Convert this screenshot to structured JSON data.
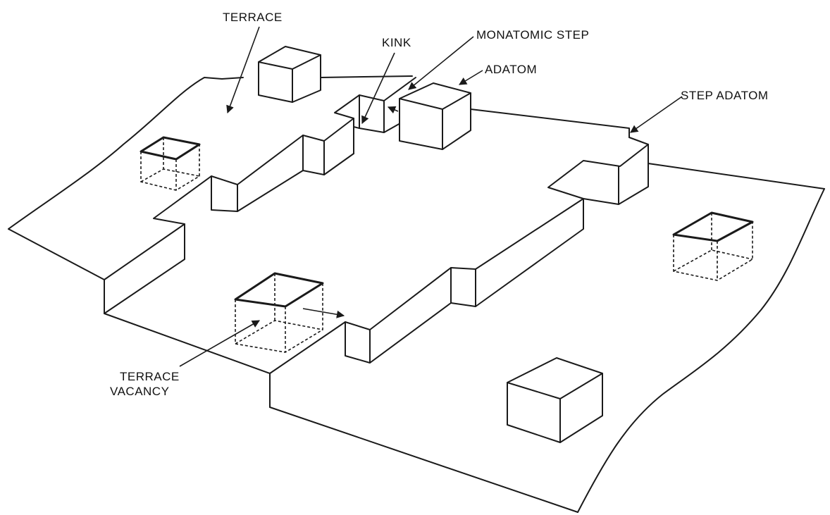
{
  "labels": {
    "terrace": "TERRACE",
    "kink": "KINK",
    "monatomic_step": "MONATOMIC STEP",
    "adatom": "ADATOM",
    "step_adatom": "STEP ADATOM",
    "terrace_vacancy_line1": "TERRACE",
    "terrace_vacancy_line2": "VACANCY"
  }
}
